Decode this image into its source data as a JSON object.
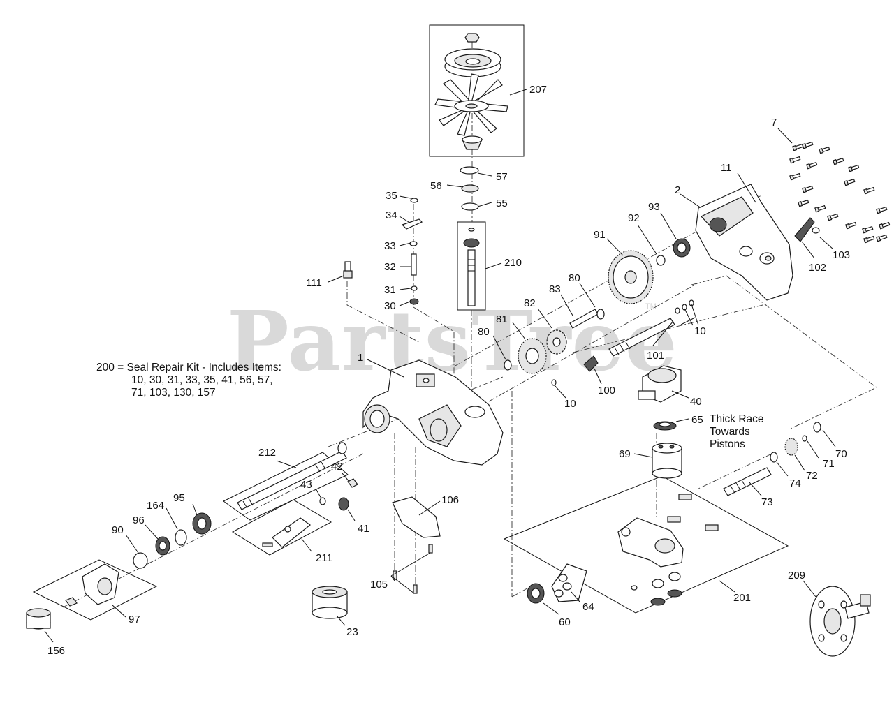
{
  "watermark": {
    "text": "PartsTree",
    "trademark": "TM"
  },
  "kit_note": {
    "line1": "200 = Seal Repair Kit - Includes Items:",
    "line2": "10, 30, 31, 33, 35, 41, 56, 57,",
    "line3": "71, 103, 130, 157"
  },
  "race_note": {
    "line1": "Thick Race",
    "line2": "Towards",
    "line3": "Pistons"
  },
  "callouts": {
    "c207": "207",
    "c57": "57",
    "c56": "56",
    "c55": "55",
    "c210": "210",
    "c35": "35",
    "c34": "34",
    "c33": "33",
    "c32": "32",
    "c31": "31",
    "c30": "30",
    "c111": "111",
    "c7": "7",
    "c11": "11",
    "c2": "2",
    "c93": "93",
    "c92": "92",
    "c91": "91",
    "c103": "103",
    "c102": "102",
    "c83": "83",
    "c80a": "80",
    "c82": "82",
    "c81": "81",
    "c80b": "80",
    "c10a": "10",
    "c101": "101",
    "c100": "100",
    "c10b": "10",
    "c1": "1",
    "c40": "40",
    "c65": "65",
    "c69": "69",
    "c70": "70",
    "c71": "71",
    "c72": "72",
    "c74": "74",
    "c73": "73",
    "c212": "212",
    "c42": "42",
    "c43": "43",
    "c41": "41",
    "c106": "106",
    "c95": "95",
    "c164": "164",
    "c96": "96",
    "c90": "90",
    "c211": "211",
    "c105": "105",
    "c201": "201",
    "c209": "209",
    "c97": "97",
    "c156": "156",
    "c23": "23",
    "c60": "60",
    "c64": "64"
  }
}
